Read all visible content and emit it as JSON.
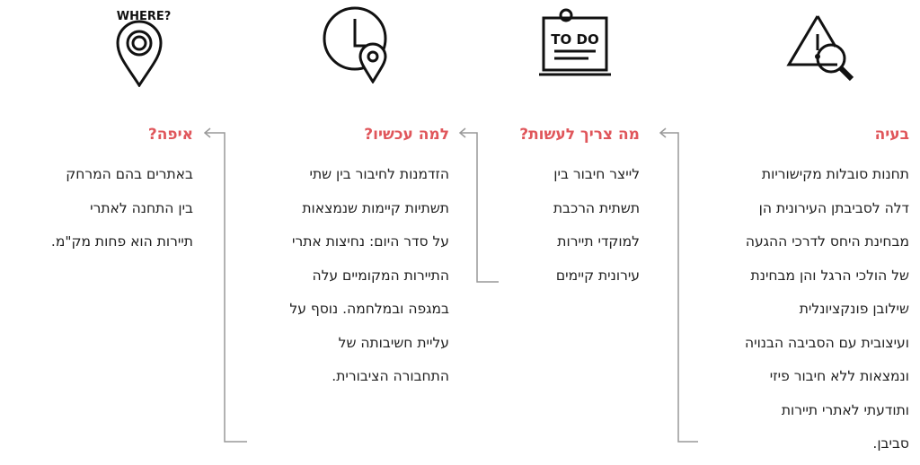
{
  "columns": [
    {
      "title": "בעיה",
      "icon": "warning-search-icon",
      "lines": [
        "תחנות סובלות מקישוריות",
        "דלה לסביבתן העירונית הן",
        "מבחינת היחס לדרכי ההגעה",
        "של הולכי הרגל והן מבחינת",
        "שילובן פונקציונלית",
        "ועיצובית עם הסביבה הבנויה",
        "ונמצאות ללא חיבור פיזי",
        "ותודעתי לאתרי תיירות",
        "סביבן."
      ]
    },
    {
      "title": "מה צריך לעשות?",
      "icon": "todo-list-icon",
      "icon_text": "TO DO",
      "lines": [
        "לייצר חיבור בין",
        "תשתית הרכבת",
        "למוקדי תיירות",
        "עירונית קיימים"
      ]
    },
    {
      "title": "למה עכשיו?",
      "icon": "clock-location-icon",
      "lines": [
        "הזדמנות לחיבור בין שתי",
        "תשתיות קיימות שנמצאות",
        "על סדר היום: נחיצות אתרי",
        "התיירות המקומיים עלה",
        "במגפה ובמלחמה. נוסף על",
        "עליית חשיבותה של",
        "התחבורה הציבורית."
      ]
    },
    {
      "title": "איפה?",
      "icon": "where-pin-icon",
      "icon_text": "WHERE?",
      "lines": [
        "באתרים בהם המרחק",
        "בין התחנה לאתרי",
        "תיירות הוא פחות מק\"מ."
      ]
    }
  ]
}
